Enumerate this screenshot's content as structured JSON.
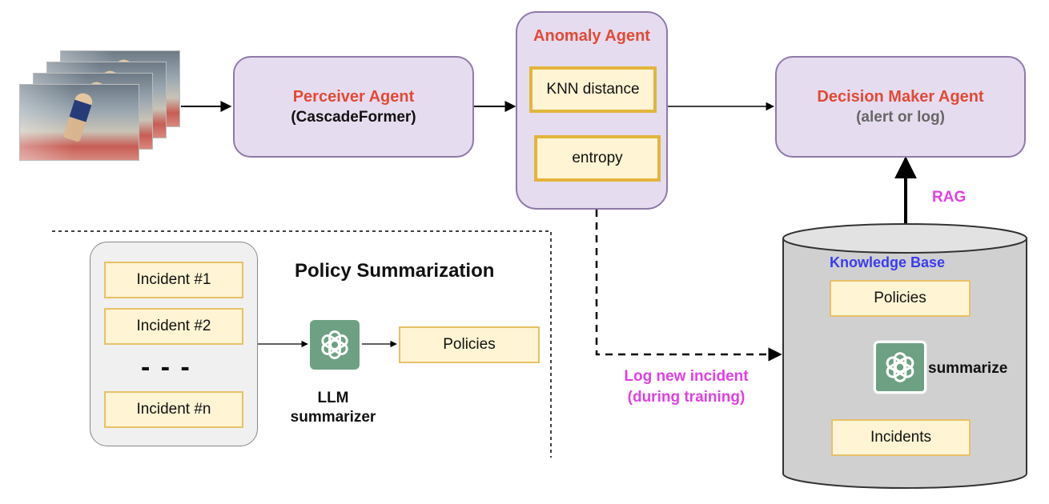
{
  "input_frames": {
    "count": 4
  },
  "perceiver": {
    "title": "Perceiver Agent",
    "subtitle": "(CascadeFormer)"
  },
  "anomaly": {
    "title": "Anomaly Agent",
    "metric_1": "KNN distance",
    "metric_2": "entropy"
  },
  "decision": {
    "title": "Decision Maker Agent",
    "subtitle": "(alert or log)"
  },
  "rag_label": "RAG",
  "log_label": {
    "line1": "Log new incident",
    "line2": "(during training)"
  },
  "knowledge_base": {
    "title": "Knowledge Base",
    "policies": "Policies",
    "summarize": "summarize",
    "incidents": "Incidents"
  },
  "policy_summarization": {
    "title": "Policy Summarization",
    "incidents": [
      "Incident #1",
      "Incident #2",
      "Incident #n"
    ],
    "ellipsis": "- - -",
    "llm_label_line1": "LLM",
    "llm_label_line2": "summarizer",
    "policies": "Policies"
  },
  "colors": {
    "agent_fill": "#e6dcef",
    "agent_border": "#8f7aa8",
    "title_red": "#e04a36",
    "kb_blue": "#3b3bf0",
    "magenta": "#e040e0",
    "note_fill": "#fff4d4",
    "note_border": "#e6c168",
    "gpt_green": "#6ea184"
  },
  "icons": [
    "openai-logo-icon"
  ]
}
